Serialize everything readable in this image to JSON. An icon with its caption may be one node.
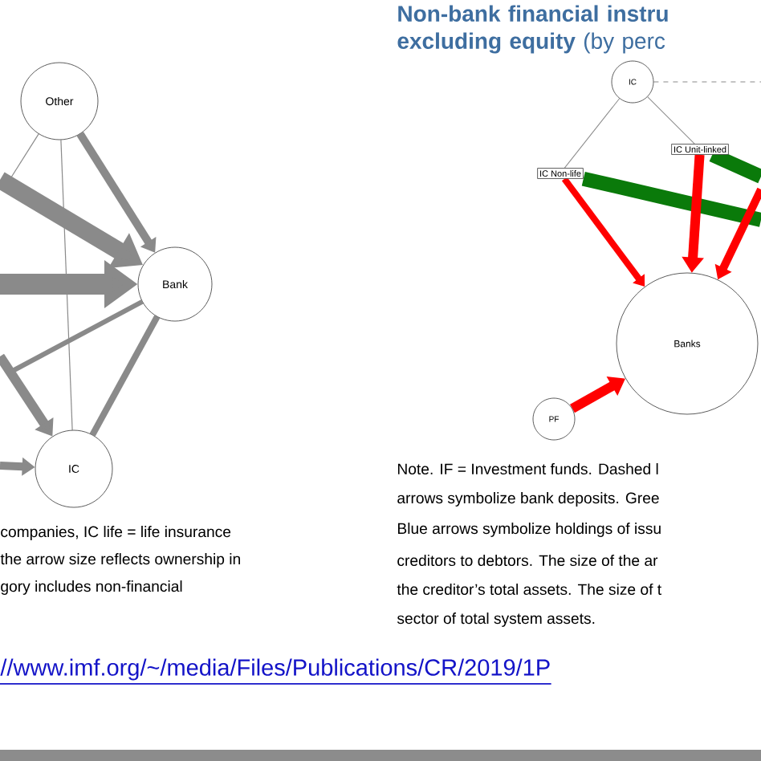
{
  "diagram": {
    "title": "**Non-bank financial instru excluding equity** (by perc",
    "nodes": [
      {
        "text": [
          "Other"
        ]
      },
      {
        "text": [
          "Bank"
        ]
      },
      {
        "text": [
          "IC"
        ]
      },
      {
        "text": [
          "IC"
        ]
      },
      {
        "text": [
          "IC Unit-linked"
        ]
      },
      {
        "text": [
          "IC Non-life"
        ]
      },
      {
        "text": [
          "Banks"
        ]
      },
      {
        "text": [
          "PF"
        ]
      }
    ],
    "edges": [
      {
        "from": 0,
        "to": 1,
        "arrow": "to"
      },
      {
        "from": 0,
        "to": 2,
        "arrow": "none"
      },
      {
        "from": 0,
        "to": null,
        "arrow": "none"
      },
      {
        "from": null,
        "to": 1,
        "arrow": "to",
        "style": "thick"
      },
      {
        "from": null,
        "to": 1,
        "arrow": "to",
        "style": "thick"
      },
      {
        "from": 1,
        "to": null,
        "arrow": "none"
      },
      {
        "from": null,
        "to": 2,
        "arrow": "to"
      },
      {
        "from": null,
        "to": 2,
        "arrow": "to"
      },
      {
        "from": 2,
        "to": 1,
        "arrow": "none"
      },
      {
        "from": 3,
        "to": 5,
        "arrow": "none"
      },
      {
        "from": 3,
        "to": 4,
        "arrow": "none"
      },
      {
        "from": 3,
        "to": null,
        "arrow": "none",
        "style": "dashed"
      },
      {
        "from": 5,
        "to": null,
        "arrow": "none",
        "style": "thick",
        "color": "#0a7a0a"
      },
      {
        "from": 4,
        "to": null,
        "arrow": "none",
        "style": "thick",
        "color": "#0a7a0a"
      },
      {
        "from": 5,
        "to": 6,
        "arrow": "to",
        "color": "#ff0000"
      },
      {
        "from": 4,
        "to": 6,
        "arrow": "to",
        "color": "#ff0000"
      },
      {
        "from": null,
        "to": 6,
        "arrow": "to",
        "color": "#ff0000"
      },
      {
        "from": 7,
        "to": 6,
        "arrow": "to",
        "color": "#ff0000"
      }
    ],
    "labels": [
      "companies, IC life = life insurance",
      "the arrow size reflects ownership in",
      "gory includes non-financial",
      "Note. IF = Investment funds. Dashed l",
      "arrows symbolize bank deposits. Gree",
      "Blue arrows symbolize holdings of issu",
      "creditors to debtors. The size of the ar",
      "the creditor’s total assets. The size of t",
      "sector of total system assets.",
      "//www.imf.org/~/media/Files/Publications/CR/2019/1P"
    ]
  }
}
